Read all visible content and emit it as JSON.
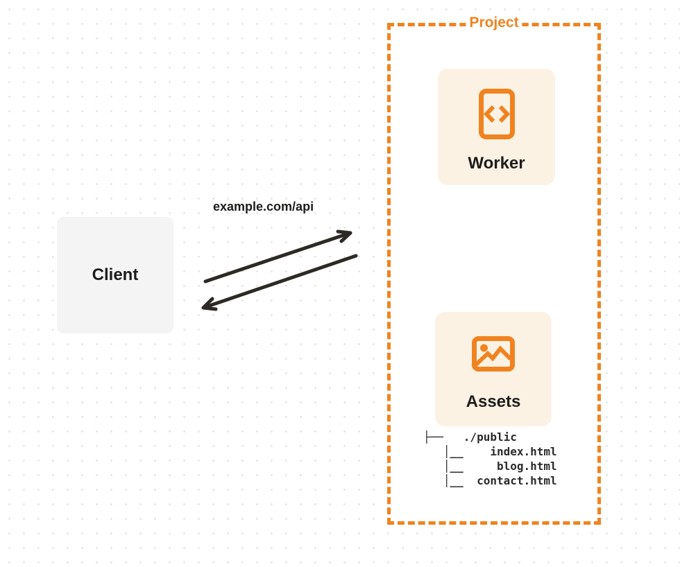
{
  "client": {
    "label": "Client"
  },
  "request_label": "example.com/api",
  "project": {
    "label": "Project",
    "worker": {
      "label": "Worker",
      "icon": "code-icon"
    },
    "assets": {
      "label": "Assets",
      "icon": "image-icon"
    },
    "file_tree": {
      "lines": [
        "├──   ./public",
        "   │__    index.html",
        "   │__     blog.html",
        "   │__  contact.html"
      ]
    }
  },
  "colors": {
    "accent_orange": "#f0831f",
    "card_fill": "#fcf2e4",
    "client_fill": "#f4f4f5",
    "arrow_ink": "#2d2a26",
    "text_ink": "#1d1c1a",
    "dot_grid": "#e1e1e1"
  }
}
